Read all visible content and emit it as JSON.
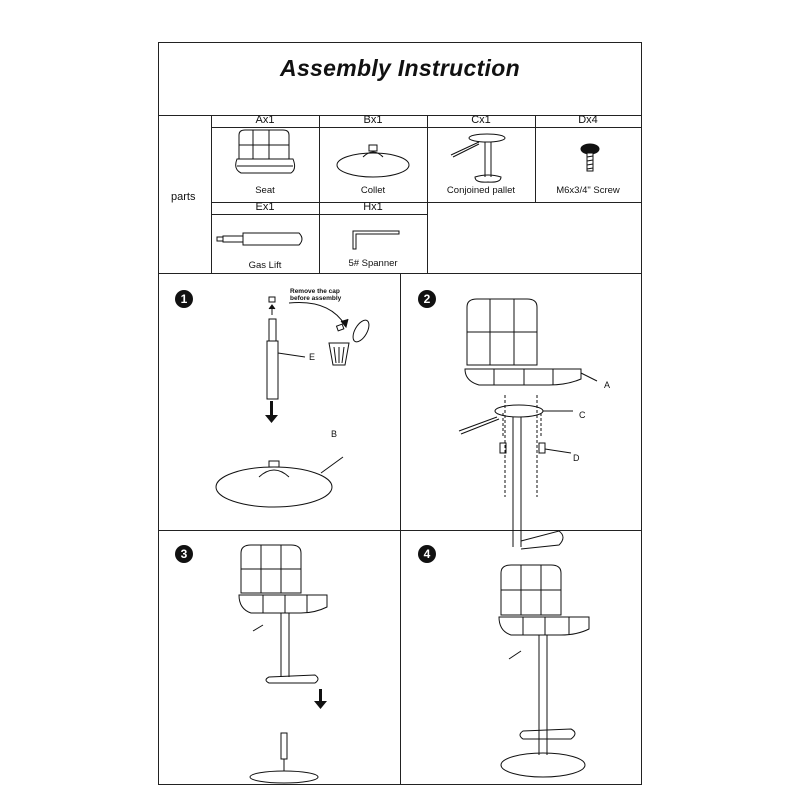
{
  "title": "Assembly  Instruction",
  "parts_label": "parts",
  "parts": [
    {
      "code": "Ax1",
      "caption": "Seat",
      "icon": "seat-icon"
    },
    {
      "code": "Bx1",
      "caption": "Collet",
      "icon": "collet-icon"
    },
    {
      "code": "Cx1",
      "caption": "Conjoined pallet",
      "icon": "conjoined-pallet-icon"
    },
    {
      "code": "Dx4",
      "caption": "M6x3/4\" Screw",
      "icon": "screw-icon"
    },
    {
      "code": "Ex1",
      "caption": "Gas Lift",
      "icon": "gas-lift-icon"
    },
    {
      "code": "Hx1",
      "caption": "5# Spanner",
      "icon": "spanner-icon"
    }
  ],
  "steps": [
    {
      "number": "1",
      "note": "Remove the cap\nbefore assembly",
      "labels": [
        "E",
        "B"
      ]
    },
    {
      "number": "2",
      "labels": [
        "A",
        "C",
        "D"
      ]
    },
    {
      "number": "3"
    },
    {
      "number": "4"
    }
  ]
}
